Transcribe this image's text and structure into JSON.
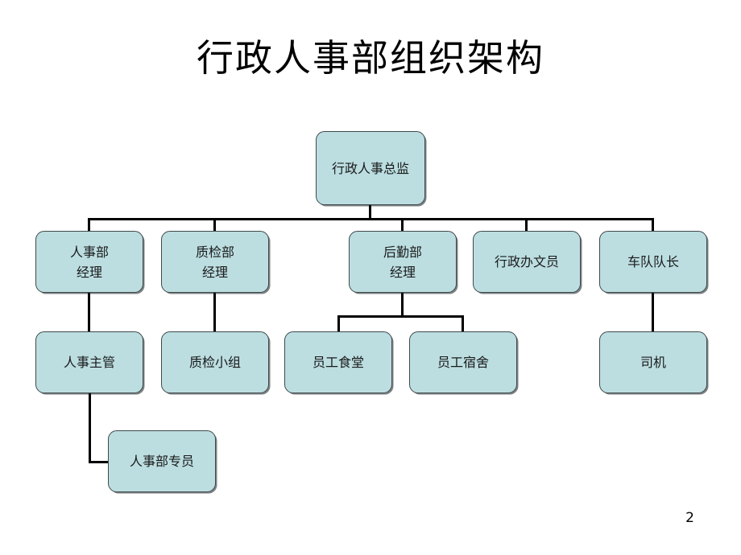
{
  "slide": {
    "title": "行政人事部组织架构",
    "page_number": "2",
    "background_color": "#ffffff"
  },
  "theme": {
    "node_fill": "#bcdee1",
    "node_border": "#40484a",
    "connector_color": "#000000",
    "text_color": "#1a1a1a"
  },
  "chart_data": {
    "type": "org-chart",
    "title": "行政人事部组织架构",
    "nodes": [
      {
        "id": "n0",
        "label": "行政人事总监",
        "level": 0,
        "parent": null
      },
      {
        "id": "n1",
        "label": "人事部\n经理",
        "level": 1,
        "parent": "n0"
      },
      {
        "id": "n2",
        "label": "质检部\n经理",
        "level": 1,
        "parent": "n0"
      },
      {
        "id": "n3",
        "label": "后勤部\n经理",
        "level": 1,
        "parent": "n0"
      },
      {
        "id": "n4",
        "label": "行政办文员",
        "level": 1,
        "parent": "n0"
      },
      {
        "id": "n5",
        "label": "车队队长",
        "level": 1,
        "parent": "n0"
      },
      {
        "id": "n6",
        "label": "人事主管",
        "level": 2,
        "parent": "n1"
      },
      {
        "id": "n7",
        "label": "质检小组",
        "level": 2,
        "parent": "n2"
      },
      {
        "id": "n8",
        "label": "员工食堂",
        "level": 2,
        "parent": "n3"
      },
      {
        "id": "n9",
        "label": "员工宿舍",
        "level": 2,
        "parent": "n3"
      },
      {
        "id": "n10",
        "label": "司机",
        "level": 2,
        "parent": "n5"
      },
      {
        "id": "n11",
        "label": "人事部专员",
        "level": 3,
        "parent": "n6"
      }
    ]
  }
}
